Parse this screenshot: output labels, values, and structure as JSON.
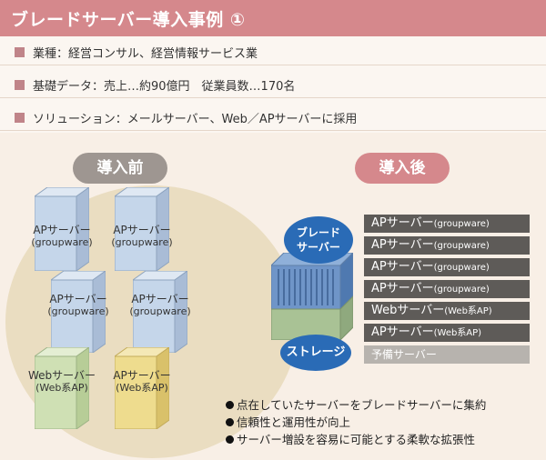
{
  "header": {
    "title": "ブレードサーバー導入事例 ①"
  },
  "info": [
    "業種：経営コンサル、経営情報サービス業",
    "基礎データ：売上…約90億円　従業員数…170名",
    "ソリューション：メールサーバー、Web／APサーバーに採用"
  ],
  "before": {
    "label": "導入前",
    "servers": [
      {
        "name": "APサーバー",
        "sub": "(groupware)",
        "color": "blue"
      },
      {
        "name": "APサーバー",
        "sub": "(groupware)",
        "color": "blue"
      },
      {
        "name": "APサーバー",
        "sub": "(groupware)",
        "color": "blue"
      },
      {
        "name": "APサーバー",
        "sub": "(groupware)",
        "color": "blue"
      },
      {
        "name": "Webサーバー",
        "sub": "(Web系AP)",
        "color": "green"
      },
      {
        "name": "APサーバー",
        "sub": "(Web系AP)",
        "color": "yellow"
      }
    ]
  },
  "after": {
    "label": "導入後",
    "blade_bubble": [
      "ブレード",
      "サーバー"
    ],
    "storage_bubble": "ストレージ",
    "slots": [
      {
        "name": "APサーバー",
        "sub": "(groupware)"
      },
      {
        "name": "APサーバー",
        "sub": "(groupware)"
      },
      {
        "name": "APサーバー",
        "sub": "(groupware)"
      },
      {
        "name": "APサーバー",
        "sub": "(groupware)"
      },
      {
        "name": "Webサーバー",
        "sub": "(Web系AP)"
      },
      {
        "name": "APサーバー",
        "sub": "(Web系AP)"
      }
    ],
    "spare": "予備サーバー"
  },
  "benefits": [
    "点在していたサーバーをブレードサーバーに集約",
    "信頼性と運用性が向上",
    "サーバー増設を容易に可能とする柔軟な拡張性"
  ],
  "colors": {
    "title_bar": "#d5888c",
    "blue_server": "#c5d6ea",
    "green_server": "#cfe0b4",
    "yellow_server": "#eedc8e",
    "blade_blue": "#2a6bb6",
    "slot_dark": "#5e5b58"
  }
}
